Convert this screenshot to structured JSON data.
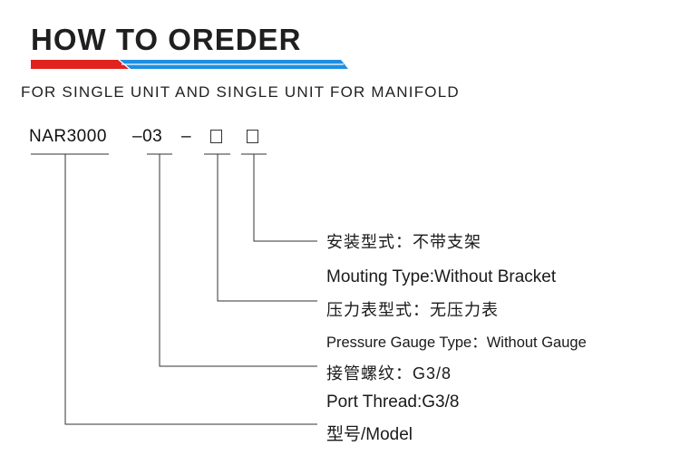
{
  "header": {
    "title": "HOW TO OREDER",
    "subtitle": "FOR SINGLE UNIT AND SINGLE UNIT FOR MANIFOLD",
    "colors": {
      "red": "#e0231f",
      "blue": "#1d8fe0",
      "text": "#1f1f1f"
    }
  },
  "code": {
    "model": "NAR3000",
    "thread": "–03",
    "gauge_dash": "–",
    "box_icon": "empty-box"
  },
  "labels": {
    "mounting_zh": "安装型式：不带支架",
    "mounting_en": "Mouting Type:Without Bracket",
    "gauge_zh": "压力表型式：无压力表",
    "gauge_en": "Pressure Gauge Type：Without Gauge",
    "thread_zh": "接管螺纹：G3/8",
    "thread_en": "Port Thread:G3/8",
    "model": "型号/Model"
  }
}
